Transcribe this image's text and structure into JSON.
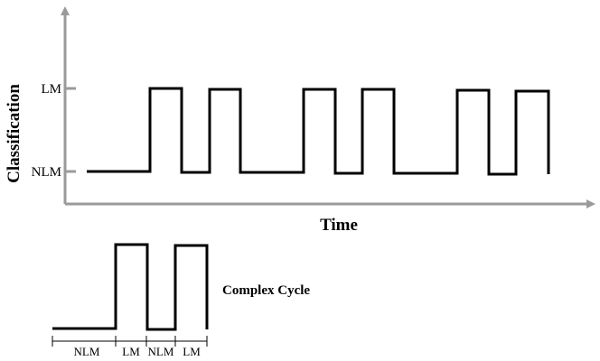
{
  "axes": {
    "x_title": "Time",
    "y_title": "Classification",
    "y_levels": [
      "LM",
      "NLM"
    ]
  },
  "complex_cycle": {
    "title": "Complex Cycle",
    "segments": [
      "NLM",
      "LM",
      "NLM",
      "LM"
    ]
  },
  "colors": {
    "axis": "#9a9a9a",
    "signal": "#000000"
  }
}
